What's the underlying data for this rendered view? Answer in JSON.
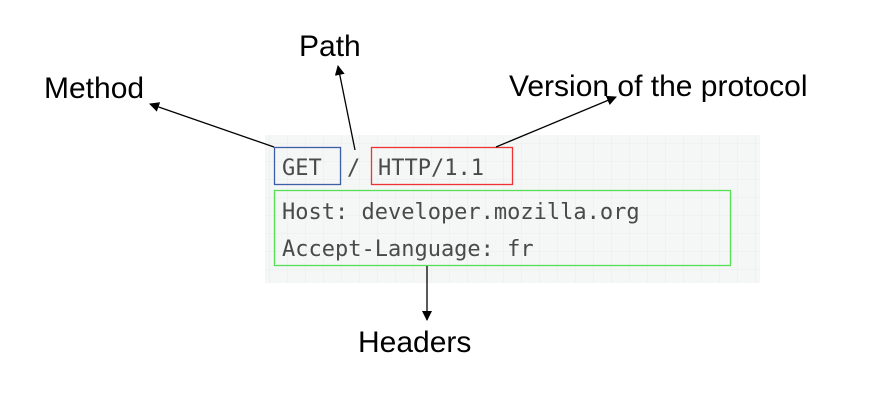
{
  "labels": {
    "method": "Method",
    "path": "Path",
    "version": "Version of the protocol",
    "headers": "Headers"
  },
  "request": {
    "method": "GET",
    "path": "/",
    "version": "HTTP/1.1",
    "header_lines": [
      "Host: developer.mozilla.org",
      "Accept-Language: fr"
    ]
  },
  "colors": {
    "method_box": "#3d5fa8",
    "version_box": "#ee3333",
    "headers_box": "#55e055",
    "panel": "#f5f6f6"
  }
}
